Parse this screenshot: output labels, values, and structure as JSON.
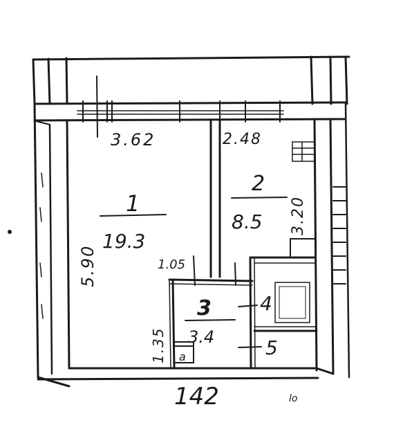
{
  "floor_plan": {
    "rooms": [
      {
        "number": "1",
        "area": "19.3"
      },
      {
        "number": "2",
        "area": "8.5"
      },
      {
        "number": "3",
        "area": "3.4"
      },
      {
        "number": "4"
      },
      {
        "number": "5"
      }
    ],
    "dimensions": {
      "room1_width": "3.62",
      "room1_length": "5.90",
      "room2_width": "2.48",
      "room2_length": "3.20",
      "corridor_width": "1.05",
      "corridor_length": "1.35"
    },
    "niche_label": "a",
    "apartment_number": "142",
    "corner_mark": "lo"
  }
}
